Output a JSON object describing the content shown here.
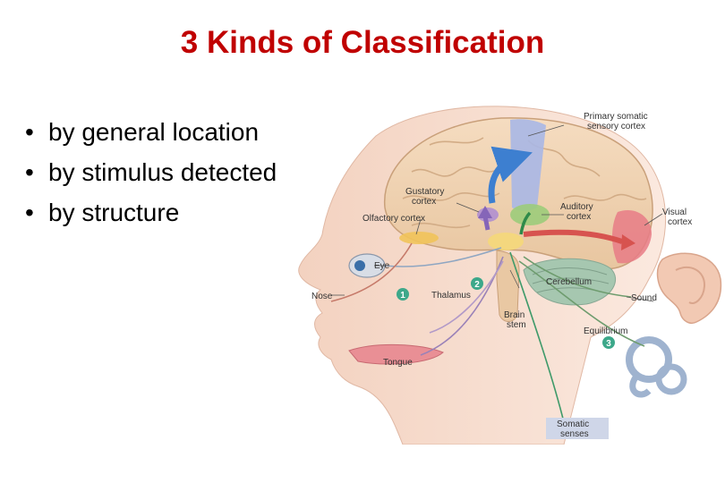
{
  "slide": {
    "title": "3 Kinds of Classification",
    "bullets": [
      "by general location",
      "by stimulus detected",
      "by structure"
    ]
  },
  "diagram": {
    "labels": {
      "primary_somatic": [
        "Primary somatic",
        "sensory cortex"
      ],
      "gustatory": [
        "Gustatory",
        "cortex"
      ],
      "olfactory": "Olfactory cortex",
      "auditory": [
        "Auditory",
        "cortex"
      ],
      "visual": [
        "Visual",
        "cortex"
      ],
      "eye": "Eye",
      "nose": "Nose",
      "thalamus": "Thalamus",
      "cerebellum": "Cerebellum",
      "sound": "Sound",
      "brain_stem": [
        "Brain",
        "stem"
      ],
      "equilibrium": "Equilibrium",
      "tongue": "Tongue",
      "somatic": [
        "Somatic",
        "senses"
      ]
    },
    "markers": [
      "1",
      "2",
      "3"
    ]
  }
}
